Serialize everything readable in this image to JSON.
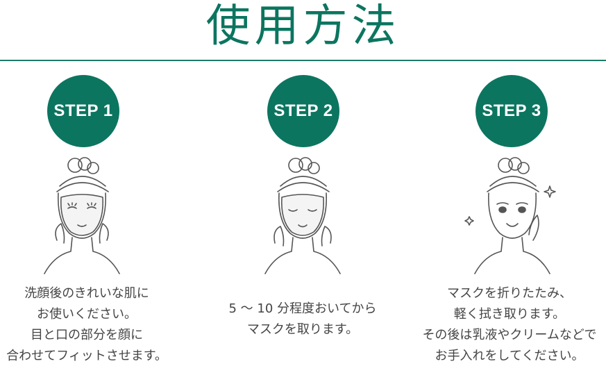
{
  "title": "使用方法",
  "steps": [
    {
      "badge": "STEP 1",
      "illustration_icon": "woman-applying-mask-icon",
      "lines": [
        "洗顔後のきれいな肌に",
        "お使いください。",
        "目と口の部分を顔に",
        "合わせてフィットさせます。"
      ]
    },
    {
      "badge": "STEP 2",
      "illustration_icon": "woman-wearing-mask-icon",
      "lines": [
        "5 〜 10 分程度おいてから",
        "マスクを取ります。"
      ]
    },
    {
      "badge": "STEP 3",
      "illustration_icon": "woman-smiling-sparkles-icon",
      "lines": [
        "マスクを折りたたみ、",
        "軽く拭き取ります。",
        "その後は乳液やクリームなどで",
        "お手入れをしてください。"
      ]
    }
  ],
  "colors": {
    "accent": "#0c7560",
    "text": "#444444",
    "line_art": "#555555"
  }
}
